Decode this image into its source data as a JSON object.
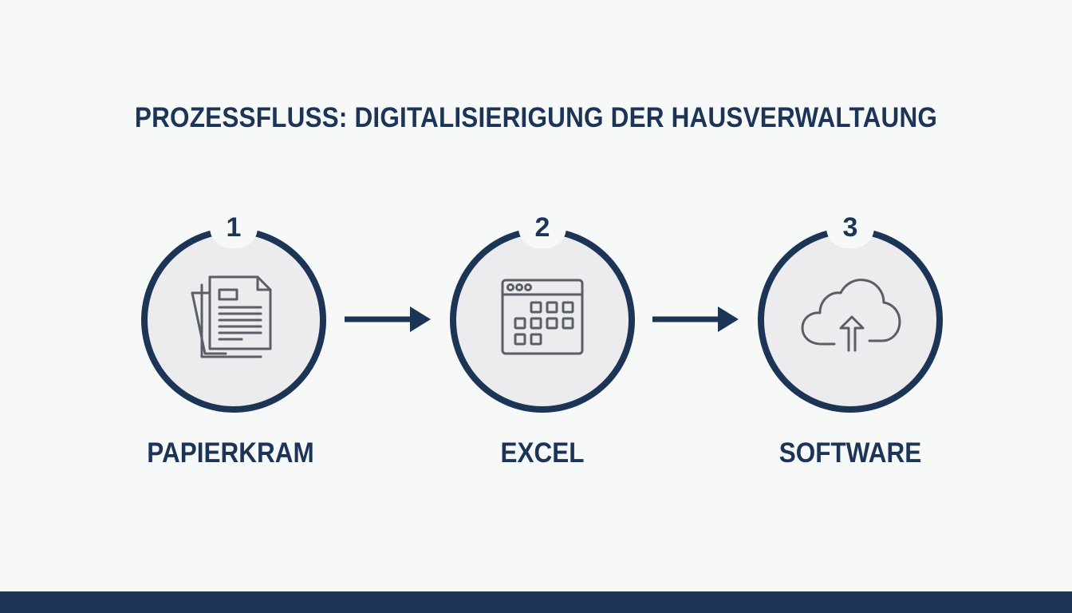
{
  "title": "PROZESSFLUSS: DIGITALISIERIGUNG DER HAUSVERWALTAUNG",
  "steps": [
    {
      "number": "1",
      "label": "PAPIERKRAM",
      "icon": "documents-icon"
    },
    {
      "number": "2",
      "label": "EXCEL",
      "icon": "spreadsheet-window-icon"
    },
    {
      "number": "3",
      "label": "SOFTWARE",
      "icon": "cloud-upload-icon"
    }
  ],
  "colors": {
    "primary": "#1c3557",
    "circle_fill": "#ececee",
    "icon_stroke": "#5a5e66",
    "background": "#f7f8f8"
  }
}
